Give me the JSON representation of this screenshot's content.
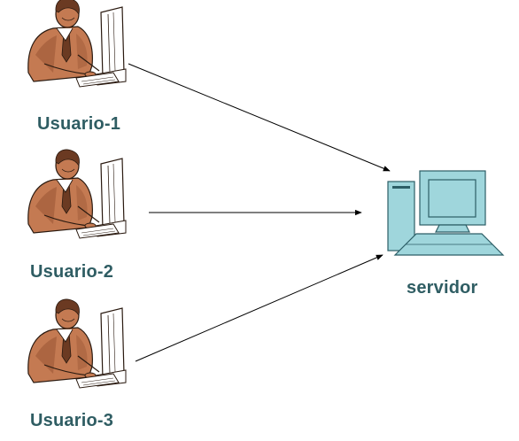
{
  "users": [
    {
      "label": "Usuario-1"
    },
    {
      "label": "Usuario-2"
    },
    {
      "label": "Usuario-3"
    }
  ],
  "server": {
    "label": "servidor"
  },
  "colors": {
    "label_text": "#2f5d63",
    "skin": "#c47a52",
    "skin_dark": "#6b3a22",
    "outline": "#2a1a10",
    "computer_fill": "#9fd6dc",
    "computer_outline": "#2c5e66",
    "arrow": "#000000",
    "background": "#ffffff"
  },
  "icons": {
    "user": "person-at-computer-icon",
    "server": "desktop-computer-icon"
  }
}
